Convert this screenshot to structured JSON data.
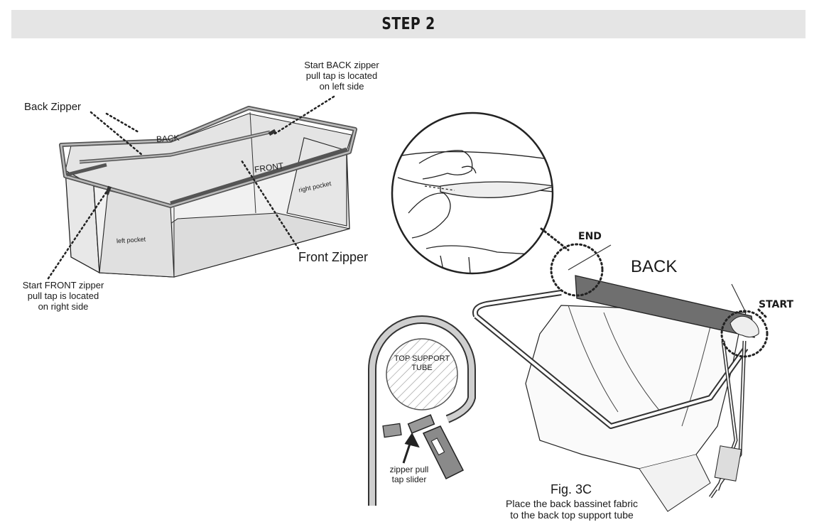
{
  "header": {
    "title": "STEP 2"
  },
  "bassinet": {
    "back_zipper_label": "Back Zipper",
    "front_zipper_label": "Front Zipper",
    "back_panel_label": "BACK",
    "front_panel_label": "FRONT",
    "left_pocket_label": "left pocket",
    "right_pocket_label": "right pocket",
    "back_start_note": [
      "Start BACK zipper",
      "pull tap is located",
      "on left side"
    ],
    "front_start_note": [
      "Start FRONT zipper",
      "pull tap is located",
      "on right side"
    ]
  },
  "cross_section": {
    "tube_label": [
      "TOP SUPPORT",
      "TUBE"
    ],
    "slider_label": [
      "zipper pull",
      "tap slider"
    ]
  },
  "figure": {
    "end_label": "END",
    "start_label": "START",
    "back_label": "BACK",
    "caption_title": "Fig. 3C",
    "caption_lines": [
      "Place the back bassinet fabric",
      "to the back top support tube"
    ]
  }
}
